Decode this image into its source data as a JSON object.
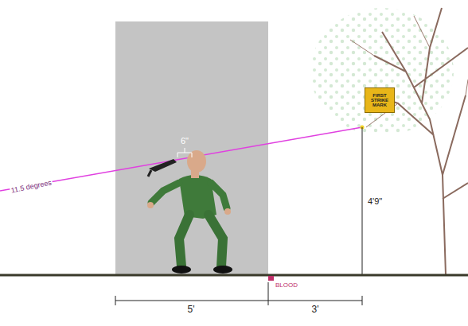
{
  "diagram": {
    "nodes": [
      {
        "text": [
          "FIRST STRIKE MARK"
        ]
      }
    ],
    "labels": [
      "6\"",
      "11.5 degrees",
      "4'9\"",
      "BLOOD",
      "5'",
      "3'"
    ]
  }
}
